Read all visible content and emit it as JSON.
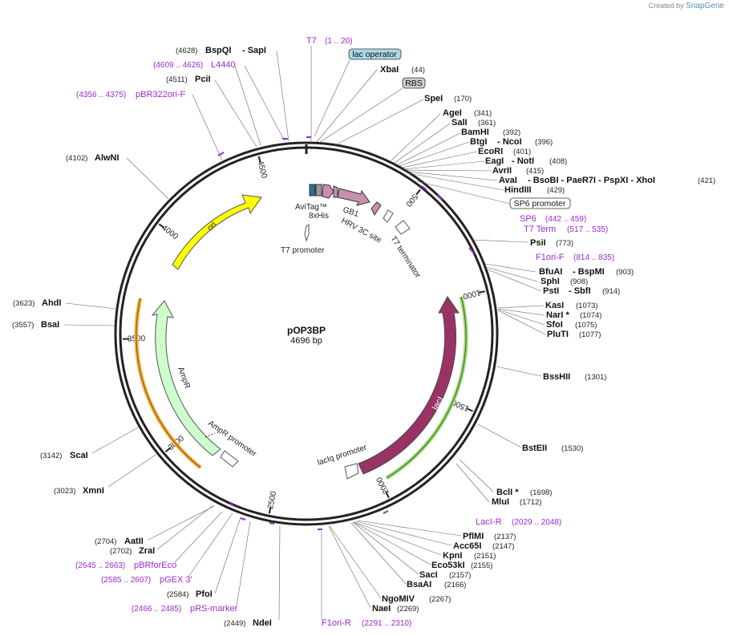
{
  "credit": {
    "prefix": "Created by",
    "brand": "SnapGene"
  },
  "plasmid": {
    "name": "pOP3BP",
    "length_label": "4696 bp"
  },
  "ticks": [
    "500",
    "1000",
    "1500",
    "2000",
    "2500",
    "3000",
    "3500",
    "4000",
    "4500"
  ],
  "sites_right": [
    {
      "name": "XbaI",
      "pos": "(44)"
    },
    {
      "name": "SpeI",
      "pos": "(170)"
    },
    {
      "name": "AgeI",
      "pos": "(341)"
    },
    {
      "name": "SalI",
      "pos": "(361)"
    },
    {
      "name": "BamHI",
      "pos": "(392)"
    },
    {
      "name": "BtgI",
      "sep": "- NcoI",
      "pos": "(396)"
    },
    {
      "name": "EcoRI",
      "pos": "(401)"
    },
    {
      "name": "EagI",
      "sep": "- NotI",
      "pos": "(408)"
    },
    {
      "name": "AvrII",
      "pos": "(415)"
    },
    {
      "name": "AvaI",
      "sep": "- BsoBI   - PaeR7I   - PspXI   - XhoI",
      "pos": "(421)"
    },
    {
      "name": "HindIII",
      "pos": "(429)"
    },
    {
      "name": "PsiI",
      "pos": "(773)"
    },
    {
      "name": "BfuAI",
      "sep": "- BspMI",
      "pos": "(903)"
    },
    {
      "name": "SphI",
      "pos": "(908)"
    },
    {
      "name": "PstI",
      "sep": "- SbfI",
      "pos": "(914)"
    },
    {
      "name": "KasI",
      "pos": "(1073)"
    },
    {
      "name": "NarI *",
      "pos": "(1074)"
    },
    {
      "name": "SfoI",
      "pos": "(1075)"
    },
    {
      "name": "PluTI",
      "pos": "(1077)"
    },
    {
      "name": "BssHII",
      "pos": "(1301)"
    },
    {
      "name": "BstEII",
      "pos": "(1530)"
    },
    {
      "name": "BclI *",
      "pos": "(1698)"
    },
    {
      "name": "MluI",
      "pos": "(1712)"
    },
    {
      "name": "PflMI",
      "pos": "(2137)"
    },
    {
      "name": "Acc65I",
      "pos": "(2147)"
    },
    {
      "name": "KpnI",
      "pos": "(2151)"
    },
    {
      "name": "Eco53kI",
      "pos": "(2155)"
    },
    {
      "name": "SacI",
      "pos": "(2157)"
    },
    {
      "name": "BsaAI",
      "pos": "(2166)"
    },
    {
      "name": "NgoMIV",
      "pos": "(2267)"
    },
    {
      "name": "NaeI",
      "pos": "(2269)"
    }
  ],
  "sites_left": [
    {
      "name": "BspQI",
      "sep": "- SapI",
      "pos": "(4628)"
    },
    {
      "name": "PciI",
      "pos": "(4511)"
    },
    {
      "name": "AlwNI",
      "pos": "(4102)"
    },
    {
      "name": "AhdI",
      "pos": "(3623)"
    },
    {
      "name": "BsaI",
      "pos": "(3557)"
    },
    {
      "name": "ScaI",
      "pos": "(3142)"
    },
    {
      "name": "XmnI",
      "pos": "(3023)"
    },
    {
      "name": "AatII",
      "pos": "(2704)"
    },
    {
      "name": "ZraI",
      "pos": "(2702)"
    },
    {
      "name": "PfoI",
      "pos": "(2584)"
    },
    {
      "name": "NdeI",
      "pos": "(2449)"
    }
  ],
  "primers": [
    {
      "name": "T7",
      "range": "(1 .. 20)"
    },
    {
      "name": "L4440",
      "range": "(4609 .. 4626)"
    },
    {
      "name": "pBR322ori-F",
      "range": "(4356 .. 4375)"
    },
    {
      "name": "SP6",
      "range": "(442 .. 459)"
    },
    {
      "name": "T7 Term",
      "range": "(517 .. 535)"
    },
    {
      "name": "F1ori-F",
      "range": "(814 .. 835)"
    },
    {
      "name": "LacI-R",
      "range": "(2029 .. 2048)"
    },
    {
      "name": "F1ori-R",
      "range": "(2291 .. 2310)"
    },
    {
      "name": "pRS-marker",
      "range": "(2466 .. 2485)"
    },
    {
      "name": "pGEX 3'",
      "range": "(2585 .. 2607)"
    },
    {
      "name": "pBRforEco",
      "range": "(2645 .. 2663)"
    }
  ],
  "boxed_features": {
    "lac_operator": "lac operator",
    "rbs": "RBS",
    "sp6_promoter": "SP6 promoter"
  },
  "features": {
    "avitag": "AviTag™",
    "his": "8xHis",
    "gb1": "GB1",
    "hrv": "HRV 3C site",
    "t7_promoter": "T7 promoter",
    "t7_terminator": "T7 terminator",
    "ori": "ori",
    "ampr": "AmpR",
    "ampr_promoter": "AmpR promoter",
    "laci": "lacI",
    "laciq_promoter": "lacIq promoter"
  },
  "colors": {
    "ori": "#ffff00",
    "ampr": "#ccffcc",
    "laci": "#993366",
    "gb1": "#c98fae",
    "avitag": "#2a6f8f",
    "primer": "#9b2ad0",
    "orange_highlight": "#f5b041",
    "green_highlight": "#66bb33",
    "lac_operator_bg": "#a8d8e8",
    "rbs_bg": "#cccccc"
  }
}
